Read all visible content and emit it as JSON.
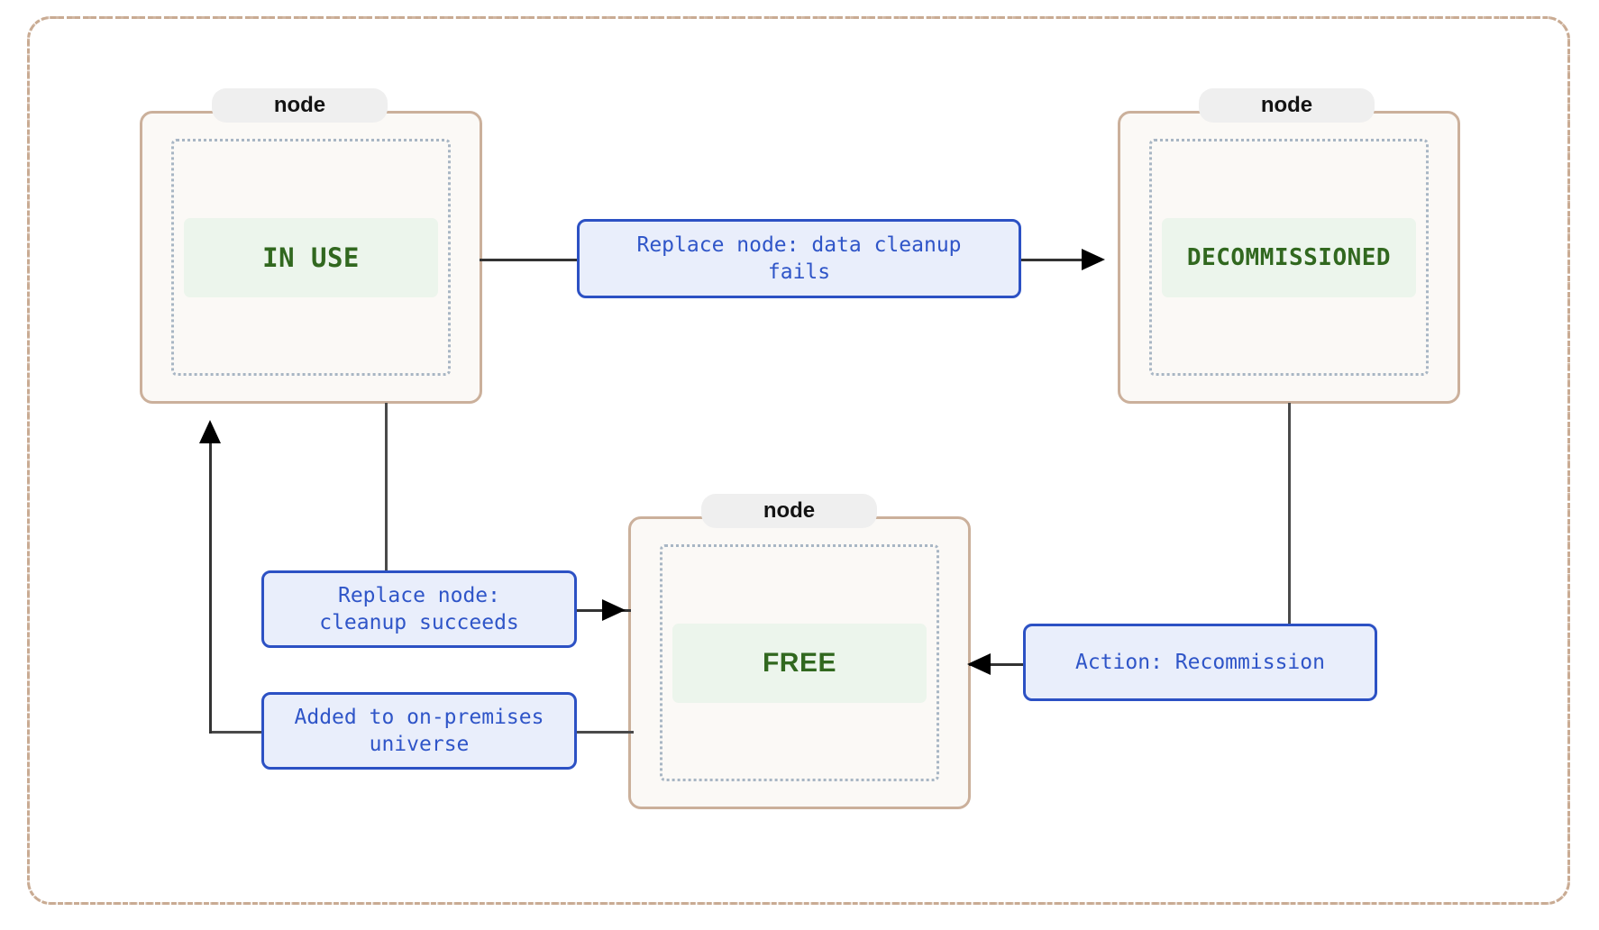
{
  "diagram": {
    "type": "state-diagram",
    "cluster_label": "",
    "nodes": [
      {
        "id": "in-use",
        "badge": "node",
        "state_label": "IN USE",
        "font": "mono"
      },
      {
        "id": "decommissioned",
        "badge": "node",
        "state_label": "DECOMMISSIONED",
        "font": "mono"
      },
      {
        "id": "free",
        "badge": "node",
        "state_label": "FREE",
        "font": "sans"
      }
    ],
    "edges": [
      {
        "id": "in-use-to-decommissioned",
        "from": "in-use",
        "to": "decommissioned",
        "label": "Replace node: data cleanup fails",
        "line1": "Replace node: data cleanup",
        "line2": "fails"
      },
      {
        "id": "in-use-to-free",
        "from": "in-use",
        "to": "free",
        "label": "Replace node: cleanup succeeds",
        "line1": "Replace node:",
        "line2": "cleanup succeeds"
      },
      {
        "id": "free-to-in-use",
        "from": "free",
        "to": "in-use",
        "label": "Added to on-premises universe",
        "line1": "Added to on-premises",
        "line2": "universe"
      },
      {
        "id": "decommissioned-to-free",
        "from": "decommissioned",
        "to": "free",
        "label": "Action: Recommission",
        "line1": "Action: Recommission",
        "line2": ""
      }
    ],
    "colors": {
      "cluster_border": "#c9ab93",
      "node_border": "#cbb09b",
      "node_fill": "#fbf9f6",
      "inner_border": "#a8b6c4",
      "state_chip_fill": "#ecf5ec",
      "state_text": "#31681f",
      "edge_label_border": "#2c51c4",
      "edge_label_fill": "#e9eefb",
      "edge_label_text": "#2f55c8",
      "badge_fill": "#efefef",
      "badge_text": "#131313",
      "connector": "#333333"
    }
  }
}
